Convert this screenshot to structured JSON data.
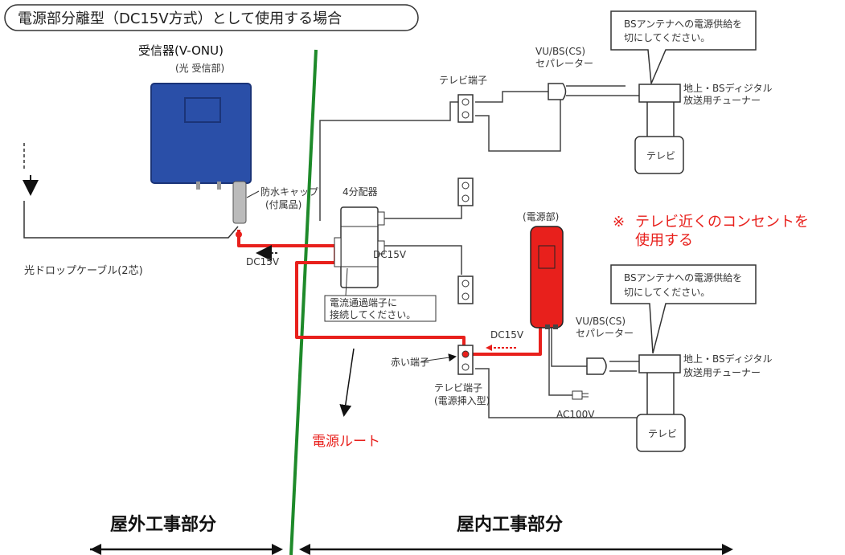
{
  "title": "電源部分離型（DC15V方式）として使用する場合",
  "receiver": {
    "label": "受信器(V-ONU)",
    "sub": "(光 受信部)"
  },
  "cap": {
    "line1": "防水キャップ",
    "line2": "(付属品)"
  },
  "fiber_label": "光ドロップケーブル(2芯)",
  "dc_left": "DC15V",
  "splitter": {
    "label": "4分配器",
    "dc": "DC15V"
  },
  "splitter_note": {
    "line1": "電流通過端子に",
    "line2": "接続してください。"
  },
  "terminal_top": "テレビ端子",
  "terminal_bottom": {
    "line1": "テレビ端子",
    "line2": "(電源挿入型)"
  },
  "red_terminal": "赤い端子",
  "separator": {
    "line1": "VU/BS(CS)",
    "line2": "セパレーター"
  },
  "tuner": {
    "line1": "地上・BSディジタル",
    "line2": "放送用チューナー"
  },
  "tv": "テレビ",
  "callout": {
    "line1": "BSアンテナへの電源供給を",
    "line2": "切にしてください。"
  },
  "power_unit": {
    "label": "(電源部)",
    "dc": "DC15V",
    "ac": "AC100V"
  },
  "notice": {
    "mark": "※",
    "line1": "テレビ近くのコンセントを",
    "line2": "使用する"
  },
  "power_route": "電源ルート",
  "outdoor": "屋外工事部分",
  "indoor": "屋内工事部分",
  "colors": {
    "power_red": "#e8201c",
    "divider_green": "#1e8a2a",
    "receiver_blue": "#2a4fa8"
  }
}
